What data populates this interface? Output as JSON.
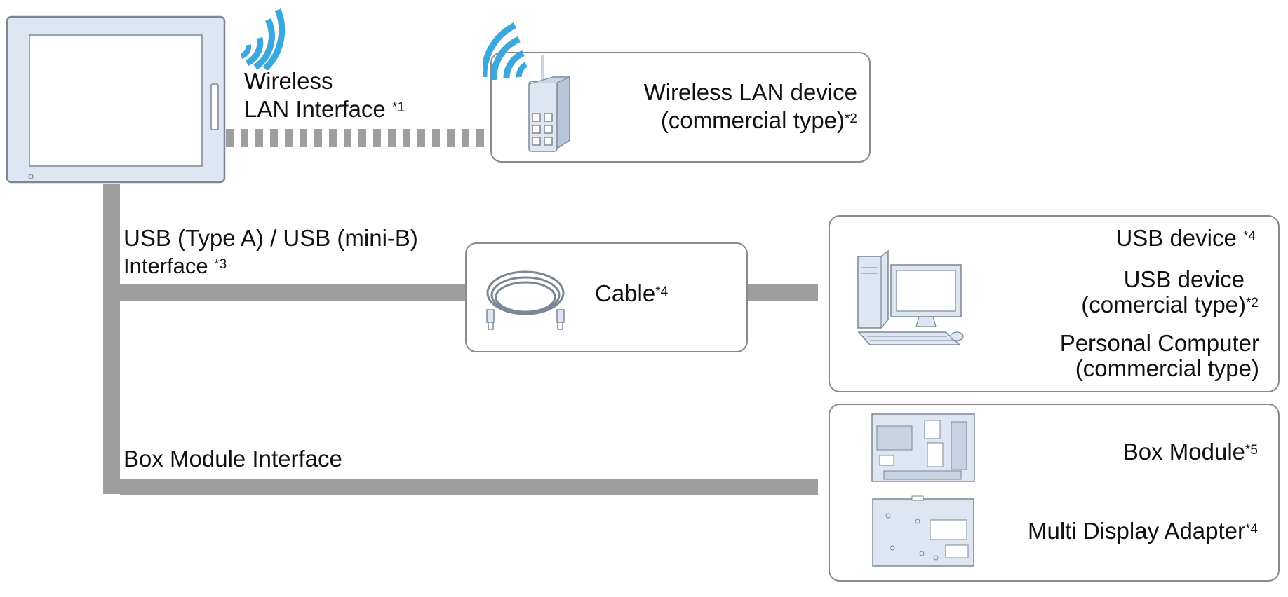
{
  "colors": {
    "line": "#9e9e9e",
    "wifi": "#3aa7de",
    "device_fill": "#dde6f1",
    "device_stroke": "#7b8796",
    "box_border": "#8a8a8a"
  },
  "icons": {
    "panel": "touch-panel-display-icon",
    "wifi_panel": "wifi-signal-icon",
    "wifi_router": "wifi-signal-icon",
    "router": "wireless-router-icon",
    "cable": "usb-cable-icon",
    "pc": "personal-computer-icon",
    "box_module": "box-module-board-icon",
    "multi_display": "multi-display-adapter-board-icon"
  },
  "wireless_interface": {
    "line1": "Wireless",
    "line2": "LAN Interface ",
    "note": "*1"
  },
  "wireless_device": {
    "line1": "Wireless LAN device",
    "line2": "(commercial type)",
    "note": "*2"
  },
  "usb_interface": {
    "line1": "USB (Type A) / USB (mini-B)",
    "line2": "Interface ",
    "note": "*3"
  },
  "cable": {
    "label": "Cable",
    "note": "*4"
  },
  "usb_targets": {
    "usb_device": {
      "label": "USB device ",
      "note": "*4"
    },
    "usb_device_commercial": {
      "line1": "USB device ",
      "line2": "(comercial type)",
      "note": "*2"
    },
    "pc": {
      "line1": "Personal Computer",
      "line2": "(commercial type)"
    }
  },
  "box_interface": {
    "label": "Box Module Interface"
  },
  "box_targets": {
    "box_module": {
      "label": "Box Module",
      "note": "*5"
    },
    "multi_display": {
      "label": "Multi Display Adapter",
      "note": "*4"
    }
  }
}
